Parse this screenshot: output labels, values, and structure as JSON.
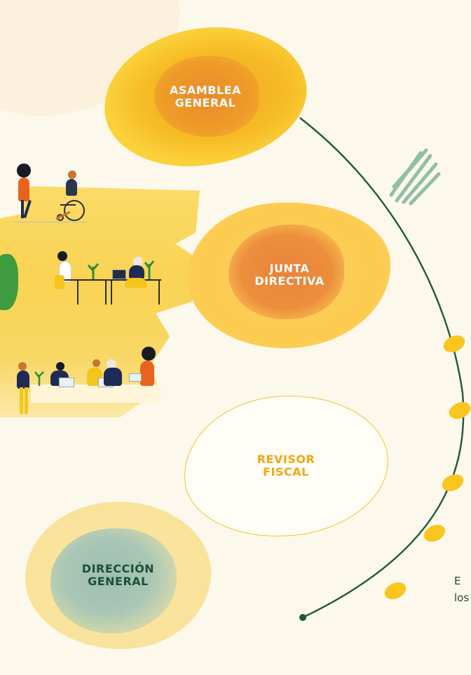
{
  "nodes": {
    "asamblea": "ASAMBLEA\nGENERAL",
    "junta": "JUNTA\nDIRECTIVA",
    "revisor": "REVISOR\nFISCAL",
    "direccion": "DIRECCIÓN\nGENERAL"
  },
  "right_text": "E\nlos",
  "colors": {
    "asamblea": "#f6bb25",
    "junta": "#fccb4e",
    "revisor": "#f2a611",
    "direccion": "#1f4f36",
    "curve": "#1d5a3a",
    "dots": "#f8c61e"
  },
  "icons": [
    "people-illustration",
    "plant-icon",
    "leaf-icon",
    "brush-texture-icon"
  ]
}
